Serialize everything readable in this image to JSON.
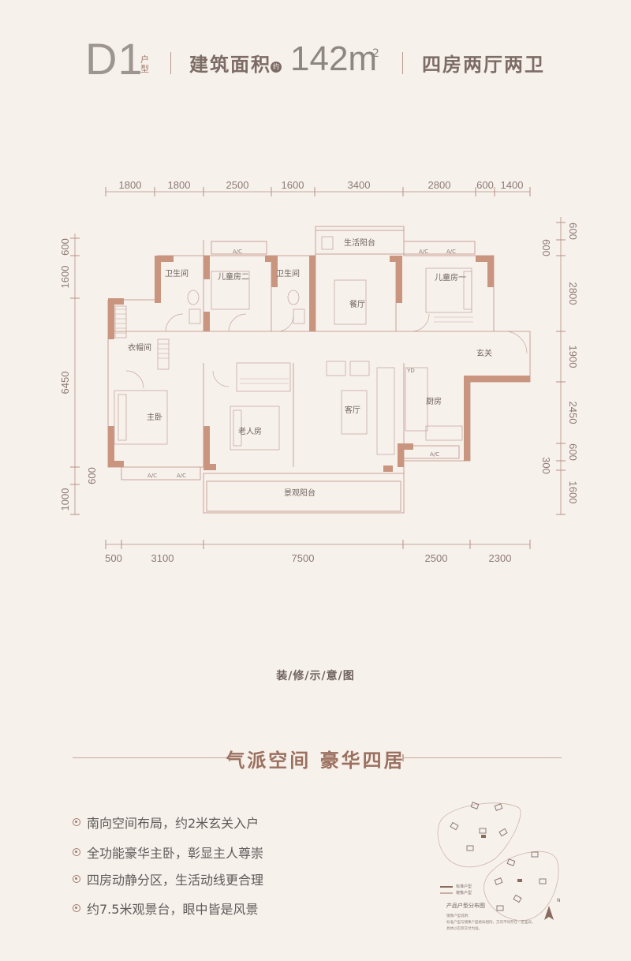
{
  "header": {
    "code": "D1",
    "type_label": "户型",
    "area_label": "建筑面积",
    "approx": "约",
    "area_value": "142m",
    "area_sup": "2",
    "layout": "四房两厅两卫"
  },
  "dimensions": {
    "top": [
      "1800",
      "1800",
      "2500",
      "1600",
      "3400",
      "2800",
      "600",
      "1400"
    ],
    "bottom": [
      "500",
      "3100",
      "7500",
      "2500",
      "2300"
    ],
    "left": [
      "600",
      "1600",
      "6450",
      "600",
      "1000"
    ],
    "right": [
      "600",
      "600",
      "2800",
      "1900",
      "2450",
      "600",
      "300",
      "1600"
    ]
  },
  "rooms": {
    "bath_a": "卫生间",
    "child2": "儿童房二",
    "bath_b": "卫生间",
    "utility_balcony": "生活阳台",
    "dining": "餐厅",
    "child1": "儿童房一",
    "closet": "衣帽间",
    "entry": "玄关",
    "master": "主卧",
    "elder": "老人房",
    "living": "客厅",
    "kitchen": "厨房",
    "view_balcony": "景观阳台",
    "ac": "A/C",
    "yd": "YD"
  },
  "caption": "装/修/示/意/图",
  "slogan": "气派空间  豪华四居",
  "features": [
    "南向空间布局，约2米玄关入户",
    "全功能豪华主卧，彰显主人尊崇",
    "四房动静分区，生活动线更合理",
    "约7.5米观景台，眼中皆是风景"
  ],
  "map": {
    "legend_a": "标准户型",
    "legend_b": "镜像户型",
    "title": "产品户型分布图",
    "note_1": "镜像户型说明：",
    "note_2": "标准户型与镜像户型格局相同，方向不同存在一定差异，",
    "note_3": "具体以实际交付为准。",
    "compass": "N"
  },
  "colors": {
    "wall": "#c9957f",
    "line": "#b49184",
    "text": "#6f625d",
    "accent": "#9b705f"
  }
}
